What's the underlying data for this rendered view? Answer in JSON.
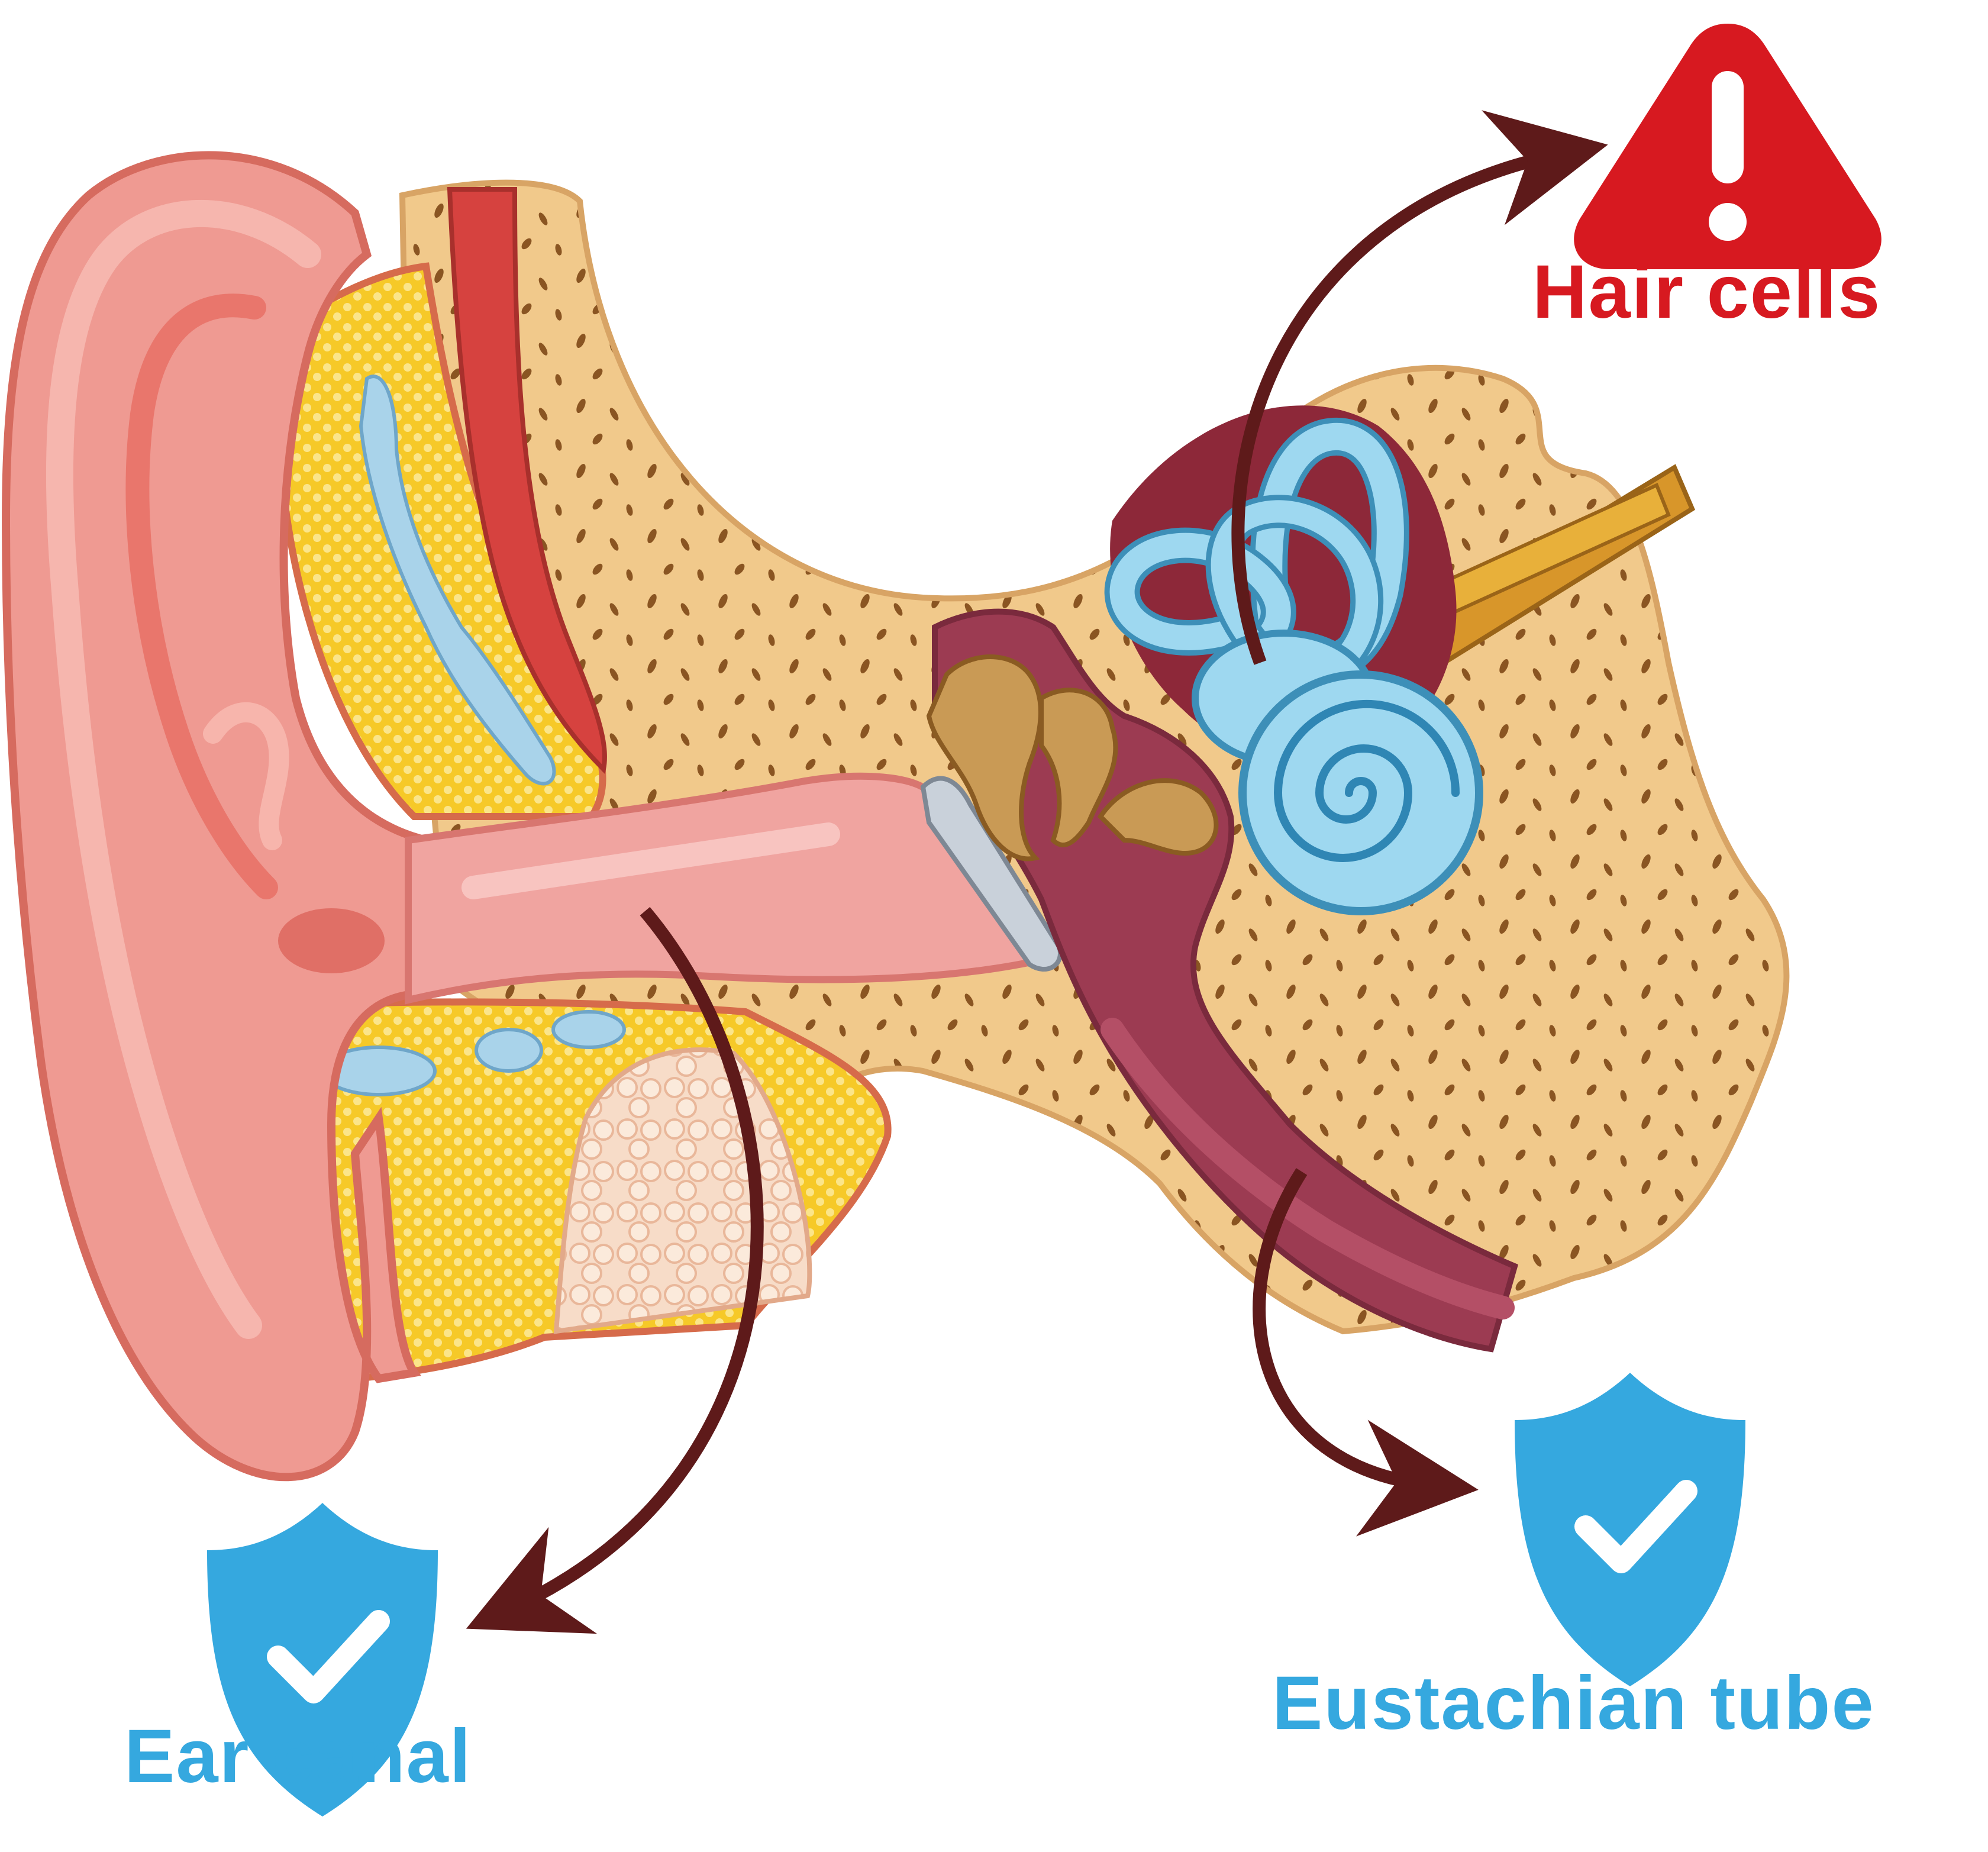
{
  "labels": {
    "hair_cells": {
      "text": "Hair cells",
      "status": "warning",
      "icon": "warning-triangle-icon",
      "color": "#D71920"
    },
    "eustachian_tube": {
      "text": "Eustachian tube",
      "status": "safe",
      "icon": "shield-check-icon",
      "color": "#35A8DF"
    },
    "ear_canal": {
      "text": "Ear canal",
      "status": "safe",
      "icon": "shield-check-icon",
      "color": "#35A8DF"
    }
  },
  "colors": {
    "arrow": "#5E1A1A",
    "warning_red": "#D71920",
    "safe_blue": "#35A8DF",
    "skin_pink": "#EE8E86",
    "bone": "#F1C98B",
    "fat_yellow": "#F6C928",
    "cochlea_blue": "#8FD3EE",
    "tube_maroon": "#9C3B52"
  }
}
